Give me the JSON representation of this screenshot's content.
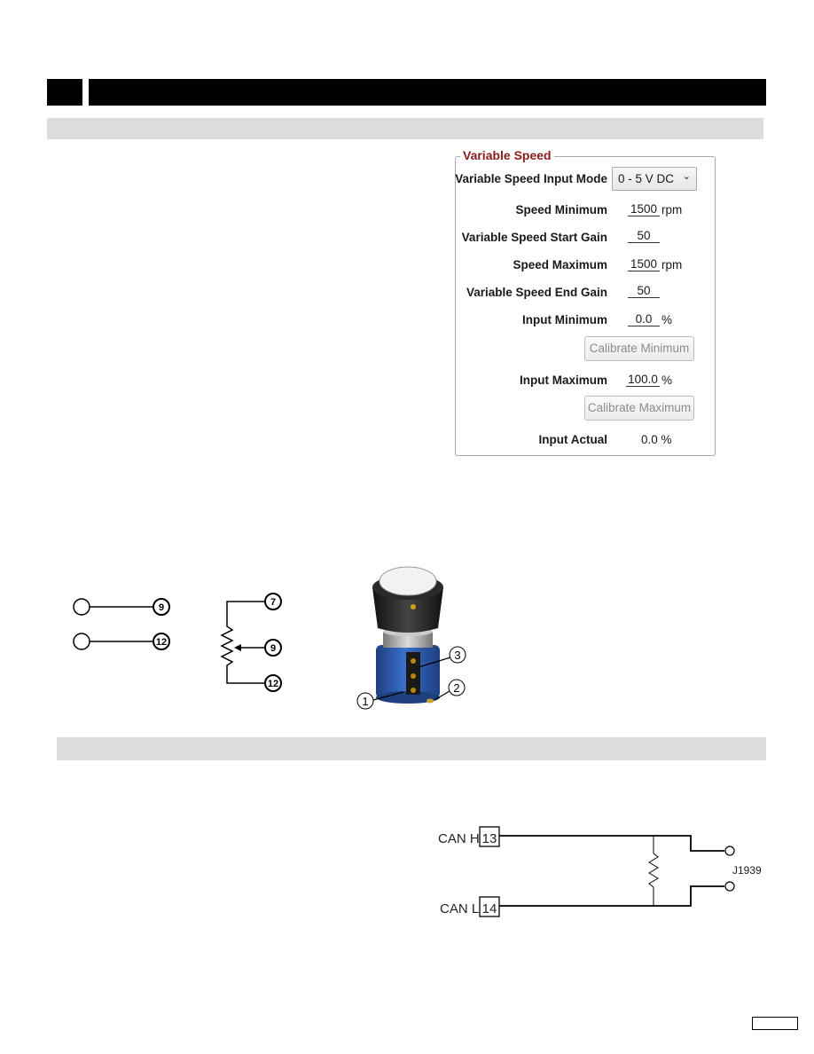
{
  "variable_speed": {
    "title": "Variable Speed",
    "input_mode_label": "Variable Speed Input Mode",
    "input_mode_value": "0 - 5 V DC",
    "speed_min_label": "Speed Minimum",
    "speed_min_value": "1500",
    "speed_min_unit": "rpm",
    "start_gain_label": "Variable Speed Start Gain",
    "start_gain_value": "50",
    "speed_max_label": "Speed Maximum",
    "speed_max_value": "1500",
    "speed_max_unit": "rpm",
    "end_gain_label": "Variable Speed End Gain",
    "end_gain_value": "50",
    "input_min_label": "Input Minimum",
    "input_min_value": "0.0",
    "input_min_unit": "%",
    "calibrate_min_label": "Calibrate Minimum",
    "input_max_label": "Input Maximum",
    "input_max_value": "100.0",
    "input_max_unit": "%",
    "calibrate_max_label": "Calibrate Maximum",
    "input_actual_label": "Input Actual",
    "input_actual_value": "0.0 %"
  },
  "wiring": {
    "terminal_a": "9",
    "terminal_b": "12",
    "pot_top": "7",
    "pot_wiper": "9",
    "pot_bottom": "12",
    "callout_1": "1",
    "callout_2": "2",
    "callout_3": "3"
  },
  "can": {
    "can_h_label": "CAN H",
    "can_h_terminal": "13",
    "can_l_label": "CAN L",
    "can_l_terminal": "14",
    "j1939_label": "J1939"
  },
  "colors": {
    "legend_red": "#8b1a1a",
    "knob_blue": "#2f5fb3"
  }
}
